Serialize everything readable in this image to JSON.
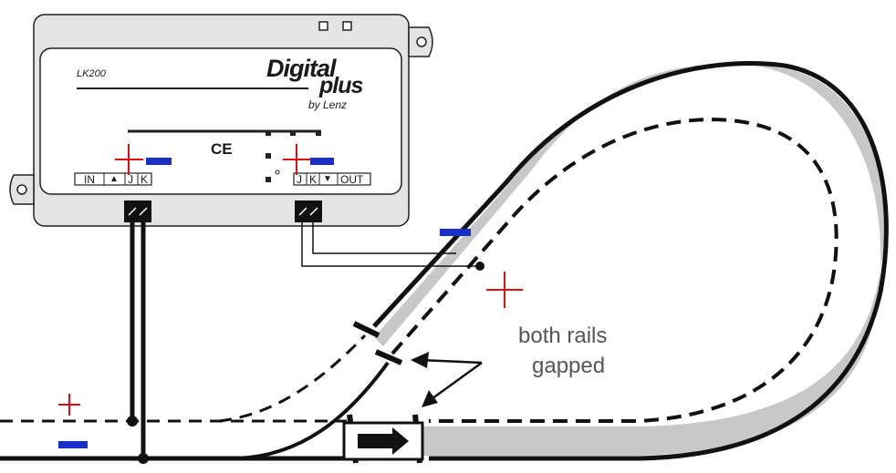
{
  "module": {
    "model": "LK200",
    "brand_line1": "Digital",
    "brand_line2": "plus",
    "byline": "by Lenz",
    "ce_mark": "CE",
    "left_terminals": [
      "IN",
      "▲",
      "J",
      "K"
    ],
    "right_terminals": [
      "J",
      "K",
      "▼",
      "OUT"
    ]
  },
  "annotation": {
    "line1": "both rails",
    "line2": "gapped"
  },
  "colors": {
    "plus": "#e01010",
    "minus": "#1a2ec8",
    "track_fill": "#c8c8c8",
    "housing": "#e4e4e4"
  },
  "icons": [
    "plus-sign",
    "minus-sign",
    "arrow-right",
    "mounting-hole"
  ]
}
